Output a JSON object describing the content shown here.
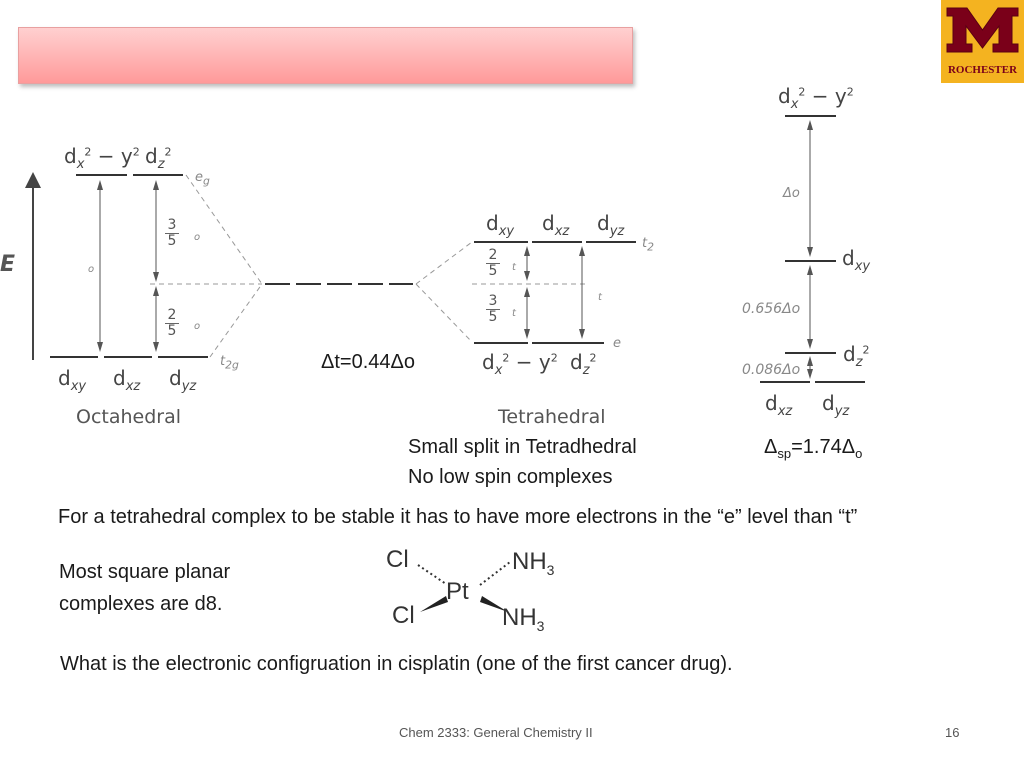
{
  "logo": {
    "text": "ROCHESTER",
    "mark": "M"
  },
  "axis": {
    "energy_label": "E"
  },
  "octahedral": {
    "label": "Octahedral",
    "eg_label": "e",
    "eg_sub": "g",
    "t2g_label": "t",
    "t2g_sub": "2g",
    "upper_frac_num": "3",
    "upper_frac_den": "5",
    "lower_frac_num": "2",
    "lower_frac_den": "5",
    "delta_o_mark": "o",
    "frac_o_upper": "o",
    "frac_o_lower": "o"
  },
  "tetrahedral": {
    "label": "Tetrahedral",
    "t2_label": "t",
    "t2_sub": "2",
    "e_label": "e",
    "upper_frac_num": "2",
    "upper_frac_den": "5",
    "lower_frac_num": "3",
    "lower_frac_den": "5",
    "t_upper": "t",
    "t_lower": "t",
    "t_total": "t"
  },
  "square_planar": {
    "delta_o_label": "Δo",
    "gap_dxy_dz2": "0.656Δo",
    "gap_dz2_dxz": "0.086Δo"
  },
  "orbitals": {
    "dx2y2": "d",
    "dz2": "d",
    "dxy": "d",
    "dxz": "d",
    "dyz": "d"
  },
  "texts": {
    "delta_t": "Δt=0.44Δo",
    "small_split": "Small split in Tetradhedral",
    "no_low_spin": "No low spin complexes",
    "delta_sp_prefix": "Δ",
    "delta_sp_sub": "sp",
    "delta_sp_mid": "=1.74Δ",
    "delta_sp_sub2": "o",
    "tetra_stable": "For a tetrahedral complex to be stable it has to have more electrons in the “e” level than “t”",
    "square_planar_1": "Most square planar",
    "square_planar_2": "complexes are d8.",
    "cisplatin_question": "What is the electronic configruation in cisplatin (one of the first cancer drug)."
  },
  "molecule": {
    "center": "Pt",
    "cl_top": "Cl",
    "cl_bottom": "Cl",
    "nh3_top": "NH",
    "nh3_top_sub": "3",
    "nh3_bottom": "NH",
    "nh3_bottom_sub": "3"
  },
  "footer": {
    "course": "Chem 2333: General Chemistry II",
    "page": "16"
  }
}
